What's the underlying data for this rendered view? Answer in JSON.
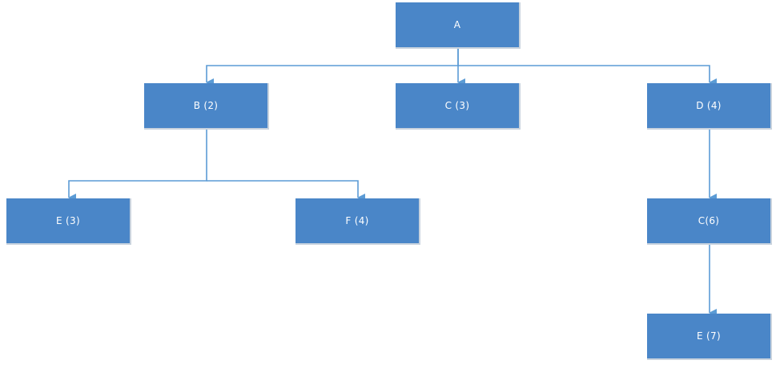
{
  "colors": {
    "node_fill": "#4a86c8",
    "node_text": "#ffffff",
    "connector": "#5b9bd5"
  },
  "nodes": {
    "A": "A",
    "B": "B (2)",
    "C": "C (3)",
    "D": "D (4)",
    "E1": "E (3)",
    "F": "F (4)",
    "C6": "C(6)",
    "E7": "E (7)"
  }
}
